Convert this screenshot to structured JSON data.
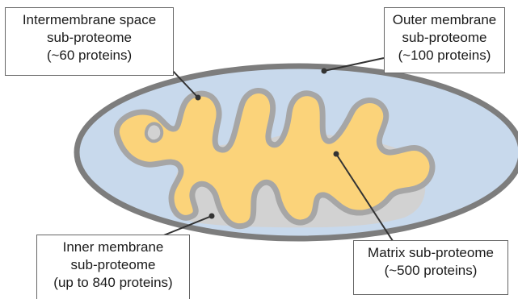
{
  "labels": {
    "intermembrane": {
      "lines": [
        "Intermembrane space",
        "sub-proteome",
        "(~60 proteins)"
      ]
    },
    "outer": {
      "lines": [
        "Outer membrane",
        "sub-proteome",
        "(~100 proteins)"
      ]
    },
    "inner": {
      "lines": [
        "Inner membrane",
        "sub-proteome",
        "(up to 840 proteins)"
      ]
    },
    "matrix": {
      "lines": [
        "Matrix sub-proteome",
        "(~500 proteins)"
      ]
    }
  },
  "colors": {
    "outer_membrane": "#7d7d7d",
    "intermembrane_space": "#c8d9ec",
    "inner_membrane": "#a6a6a6",
    "matrix": "#fbd37a",
    "cristae_space": "#d2d2d2",
    "leader_line": "#333333"
  }
}
